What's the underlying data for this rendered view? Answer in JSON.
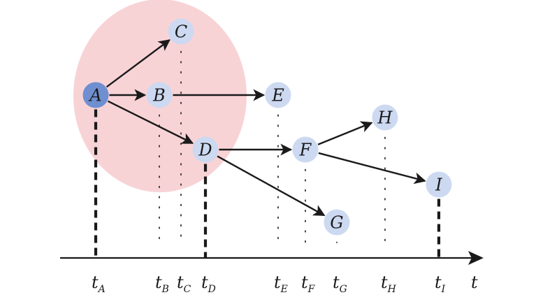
{
  "colors": {
    "highlight_region": "#f8d3d6",
    "node_fill": "#ccd9f1",
    "root_node_fill": "#6f8fd1",
    "edge": "#1a1a1a",
    "dashed_line": "#1a1a1a",
    "dotted_line": "#333333"
  },
  "nodes": [
    {
      "id": "A",
      "label": "A",
      "root": true
    },
    {
      "id": "B",
      "label": "B"
    },
    {
      "id": "C",
      "label": "C"
    },
    {
      "id": "D",
      "label": "D"
    },
    {
      "id": "E",
      "label": "E"
    },
    {
      "id": "F",
      "label": "F"
    },
    {
      "id": "G",
      "label": "G"
    },
    {
      "id": "H",
      "label": "H"
    },
    {
      "id": "I",
      "label": "I"
    }
  ],
  "edges": [
    {
      "from": "A",
      "to": "C"
    },
    {
      "from": "A",
      "to": "B"
    },
    {
      "from": "A",
      "to": "D"
    },
    {
      "from": "B",
      "to": "E"
    },
    {
      "from": "D",
      "to": "F"
    },
    {
      "from": "D",
      "to": "G"
    },
    {
      "from": "F",
      "to": "H"
    },
    {
      "from": "F",
      "to": "I"
    }
  ],
  "time_axis": {
    "label": "t",
    "ticks": [
      {
        "node": "A",
        "main": "t",
        "sub": "A"
      },
      {
        "node": "B",
        "main": "t",
        "sub": "B"
      },
      {
        "node": "C",
        "main": "t",
        "sub": "C"
      },
      {
        "node": "D",
        "main": "t",
        "sub": "D"
      },
      {
        "node": "E",
        "main": "t",
        "sub": "E"
      },
      {
        "node": "F",
        "main": "t",
        "sub": "F"
      },
      {
        "node": "G",
        "main": "t",
        "sub": "G"
      },
      {
        "node": "H",
        "main": "t",
        "sub": "H"
      },
      {
        "node": "I",
        "main": "t",
        "sub": "I"
      }
    ]
  },
  "dashed_drops": [
    "A",
    "D",
    "I"
  ],
  "dotted_drops": [
    "B",
    "C",
    "E",
    "F",
    "G",
    "H"
  ]
}
